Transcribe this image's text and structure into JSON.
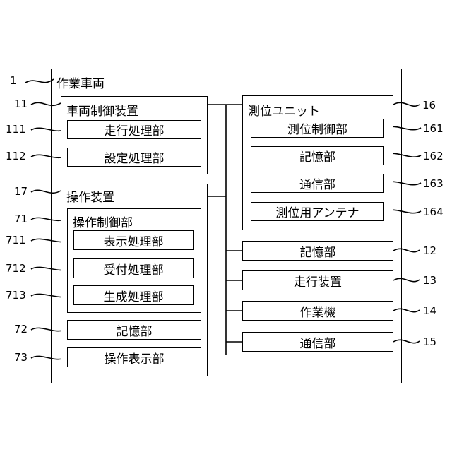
{
  "vehicle": {
    "label": "作業車両",
    "ref": "1"
  },
  "vehicle_controller": {
    "label": "車両制御装置",
    "ref": "11",
    "items": [
      {
        "label": "走行処理部",
        "ref": "111"
      },
      {
        "label": "設定処理部",
        "ref": "112"
      }
    ]
  },
  "operation_device": {
    "label": "操作装置",
    "ref": "17",
    "controller": {
      "label": "操作制御部",
      "ref": "71",
      "items": [
        {
          "label": "表示処理部",
          "ref": "711"
        },
        {
          "label": "受付処理部",
          "ref": "712"
        },
        {
          "label": "生成処理部",
          "ref": "713"
        }
      ]
    },
    "storage": {
      "label": "記憶部",
      "ref": "72"
    },
    "display": {
      "label": "操作表示部",
      "ref": "73"
    }
  },
  "positioning_unit": {
    "label": "測位ユニット",
    "ref": "16",
    "items": [
      {
        "label": "測位制御部",
        "ref": "161"
      },
      {
        "label": "記憶部",
        "ref": "162"
      },
      {
        "label": "通信部",
        "ref": "163"
      },
      {
        "label": "測位用アンテナ",
        "ref": "164"
      }
    ]
  },
  "right_blocks": [
    {
      "label": "記憶部",
      "ref": "12"
    },
    {
      "label": "走行装置",
      "ref": "13"
    },
    {
      "label": "作業機",
      "ref": "14"
    },
    {
      "label": "通信部",
      "ref": "15"
    }
  ]
}
